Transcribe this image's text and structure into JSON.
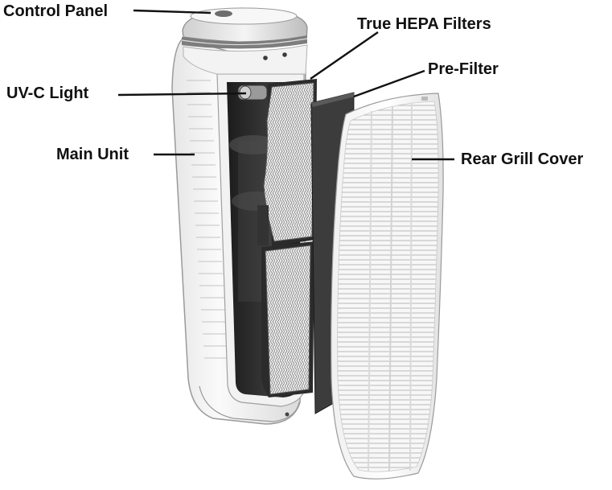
{
  "labels": {
    "control_panel": "Control Panel",
    "true_hepa_filters": "True HEPA Filters",
    "pre_filter": "Pre-Filter",
    "uv_c_light": "UV-C Light",
    "main_unit": "Main Unit",
    "rear_grill_cover": "Rear Grill Cover"
  }
}
